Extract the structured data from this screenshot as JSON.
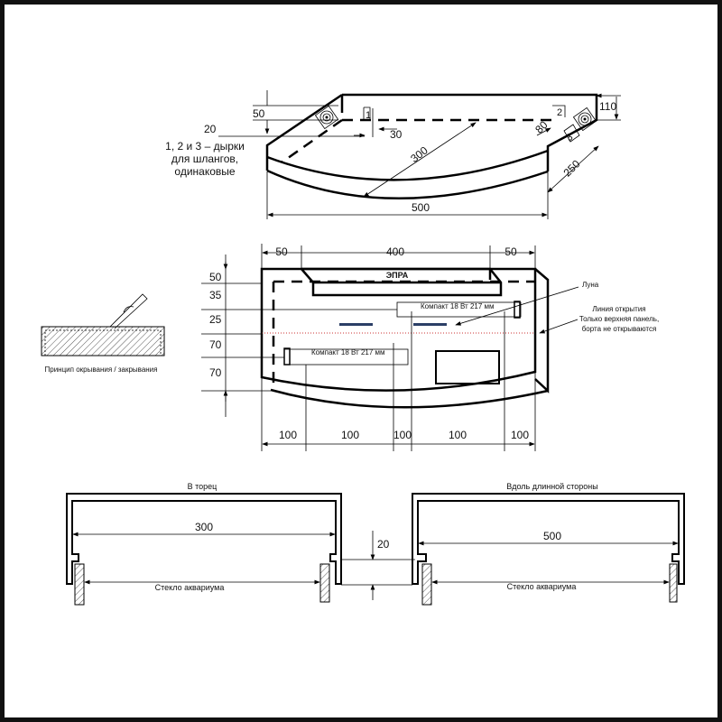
{
  "iso_view": {
    "note": [
      "1, 2 и 3 – дырки",
      "для шлангов,",
      "одинаковые"
    ],
    "dims": {
      "d50": "50",
      "d20": "20",
      "d30": "30",
      "d300": "300",
      "d80": "80",
      "d110": "110",
      "d250": "250",
      "d500": "500"
    },
    "hole_labels": [
      "1",
      "2",
      "3"
    ]
  },
  "plan_view": {
    "top_dims": [
      "50",
      "400",
      "50"
    ],
    "left_dims": [
      "50",
      "35",
      "25",
      "70",
      "70"
    ],
    "bottom_dims": [
      "100",
      "100",
      "100",
      "100",
      "100"
    ],
    "ballast_label": "ЭПРА",
    "lamp1_label": "Компакт 18 Вт 217 мм",
    "lamp2_label": "Компакт 18 Вт 217 мм",
    "moon_label": "Луна",
    "opening_line": [
      "Линия открытия",
      "Только верхняя панель,",
      "борта не открываются"
    ],
    "accent_colors": {
      "moon_bar": "#2b3f66",
      "opening_line": "#cc3333"
    }
  },
  "hinge_view": {
    "caption": "Принцип окрывания / закрывания"
  },
  "sections": {
    "end_title": "В торец",
    "end_width": "300",
    "long_title": "Вдоль длинной стороны",
    "long_width": "500",
    "gap": "20",
    "glass_left": "Стекло аквариума",
    "glass_right": "Стекло аквариума"
  }
}
